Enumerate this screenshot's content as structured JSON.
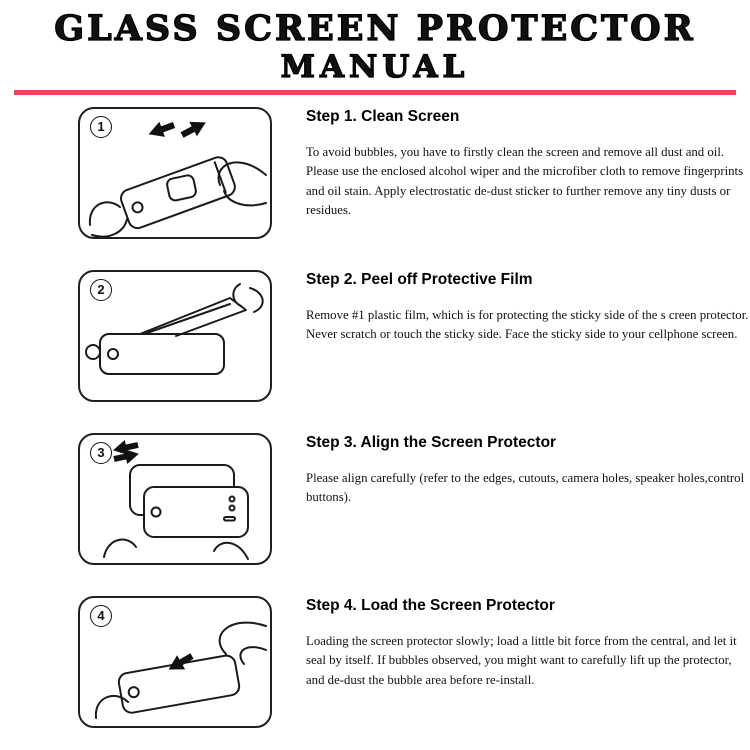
{
  "title": {
    "line1": "GLASS SCREEN PROTECTOR",
    "line2": "MANUAL"
  },
  "colors": {
    "accent": "#e8475b",
    "ink": "#111111"
  },
  "steps": [
    {
      "number": "1",
      "heading": "Step 1. Clean Screen",
      "body": "To avoid bubbles, you have to firstly clean the screen and remove all dust and oil. Please use the enclosed alcohol wiper and the microfiber cloth to remove fingerprints and oil stain. Apply electrostatic de-dust sticker to further remove any tiny dusts or residues."
    },
    {
      "number": "2",
      "heading": "Step 2. Peel off Protective Film",
      "body": "Remove #1 plastic film, which is for protecting the sticky side of the s creen protector. Never scratch or touch the sticky side. Face the sticky side to your cellphone screen."
    },
    {
      "number": "3",
      "heading": "Step 3. Align the Screen Protector",
      "body": "Please align carefully (refer to the edges, cutouts, camera holes, speaker holes,control buttons)."
    },
    {
      "number": "4",
      "heading": "Step 4. Load the Screen Protector",
      "body": "Loading the screen protector slowly; load a little bit force from the central, and let it seal by itself. If bubbles observed, you might want to carefully lift up the protector, and de-dust the bubble area before re-install."
    }
  ]
}
